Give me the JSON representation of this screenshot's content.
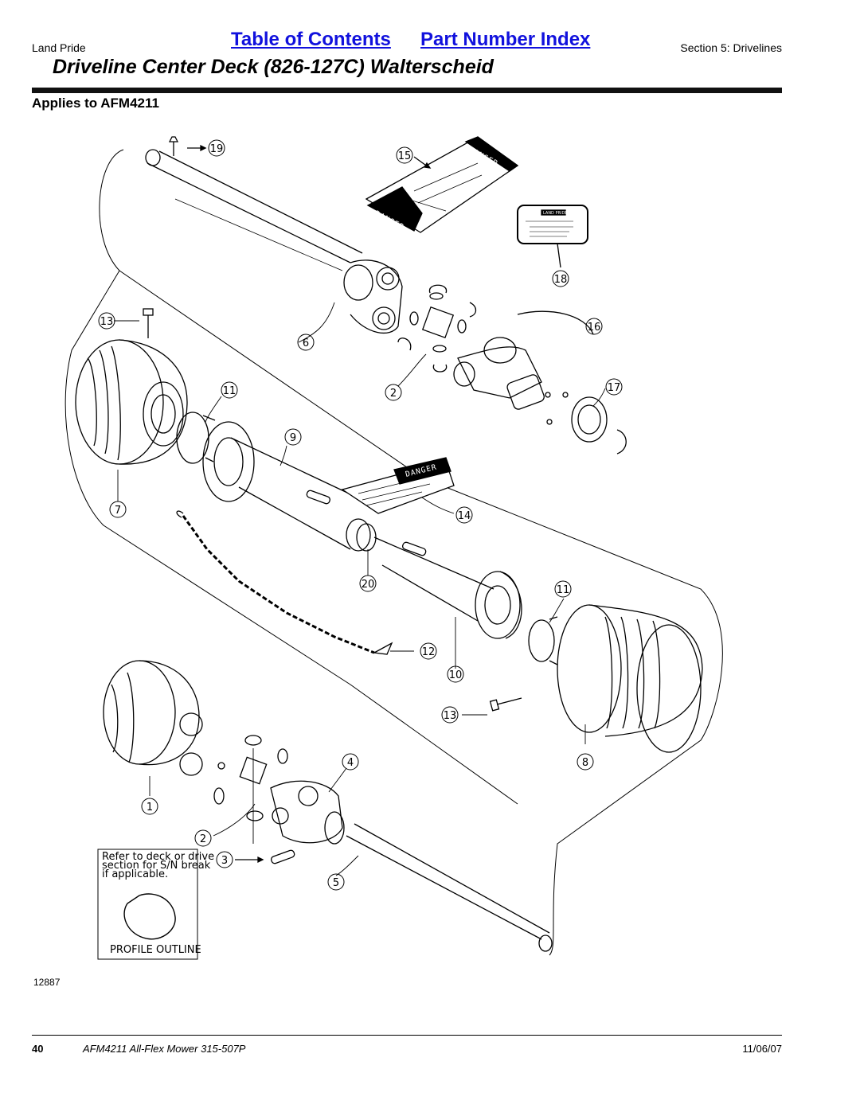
{
  "header": {
    "brand": "Land Pride",
    "toc_link": "Table of Contents",
    "part_index_link": "Part Number Index",
    "section": "Section 5: Drivelines",
    "title": "Driveline Center Deck (826-127C) Walterscheid",
    "applies_to": "Applies to AFM4211"
  },
  "diagram": {
    "callouts": [
      "19",
      "15",
      "18",
      "13",
      "6",
      "16",
      "2",
      "11",
      "17",
      "9",
      "7",
      "14",
      "20",
      "11",
      "12",
      "10",
      "13",
      "8",
      "4",
      "1",
      "2",
      "3",
      "5"
    ],
    "decal_danger": "DANGER",
    "decal_small_brand": "LAND PRIDE",
    "profile_note_lines": [
      "Refer to deck or drive",
      "section for S/N break",
      "if applicable."
    ],
    "profile_caption": "PROFILE OUTLINE",
    "figure_number": "12887"
  },
  "footer": {
    "page_number": "40",
    "document": "AFM4211 All-Flex Mower 315-507P",
    "date": "11/06/07"
  }
}
